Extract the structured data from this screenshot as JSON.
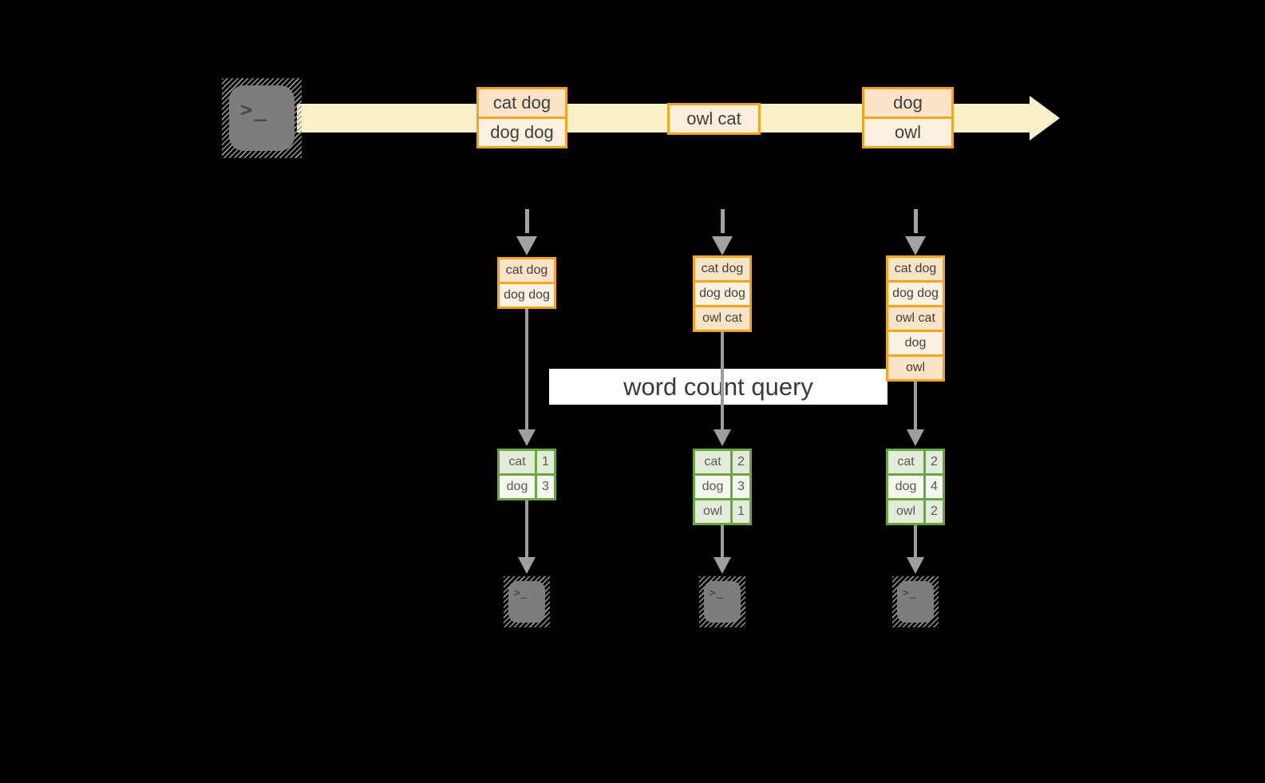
{
  "title": "stream word count diagram",
  "colors": {
    "background": "#000000",
    "timeline_band": "#faf0ca",
    "message_border": "#f0a71f",
    "message_fill_dark": "#fae3c6",
    "message_fill_light": "#fdf2e2",
    "table_border": "#6ca644",
    "table_fill_dark": "#e3ecd9",
    "table_fill_light": "#f3f7ee",
    "arrow_gray": "#9e9e9e",
    "terminal_gray": "#7d7d7d",
    "banner_bg": "#ffffff"
  },
  "icons": {
    "terminal_glyph": ">_"
  },
  "timeline": {
    "messages": [
      {
        "lines": [
          "cat dog",
          "dog dog"
        ]
      },
      {
        "lines": [
          "owl cat"
        ]
      },
      {
        "lines": [
          "dog",
          "owl"
        ]
      }
    ]
  },
  "query": {
    "label": "word count query"
  },
  "columns": [
    {
      "snapshot": [
        "cat dog",
        "dog dog"
      ],
      "counts": [
        {
          "word": "cat",
          "count": "1"
        },
        {
          "word": "dog",
          "count": "3"
        }
      ]
    },
    {
      "snapshot": [
        "cat dog",
        "dog dog",
        "owl cat"
      ],
      "counts": [
        {
          "word": "cat",
          "count": "2"
        },
        {
          "word": "dog",
          "count": "3"
        },
        {
          "word": "owl",
          "count": "1"
        }
      ]
    },
    {
      "snapshot": [
        "cat dog",
        "dog dog",
        "owl cat",
        "dog",
        "owl"
      ],
      "counts": [
        {
          "word": "cat",
          "count": "2"
        },
        {
          "word": "dog",
          "count": "4"
        },
        {
          "word": "owl",
          "count": "2"
        }
      ]
    }
  ]
}
